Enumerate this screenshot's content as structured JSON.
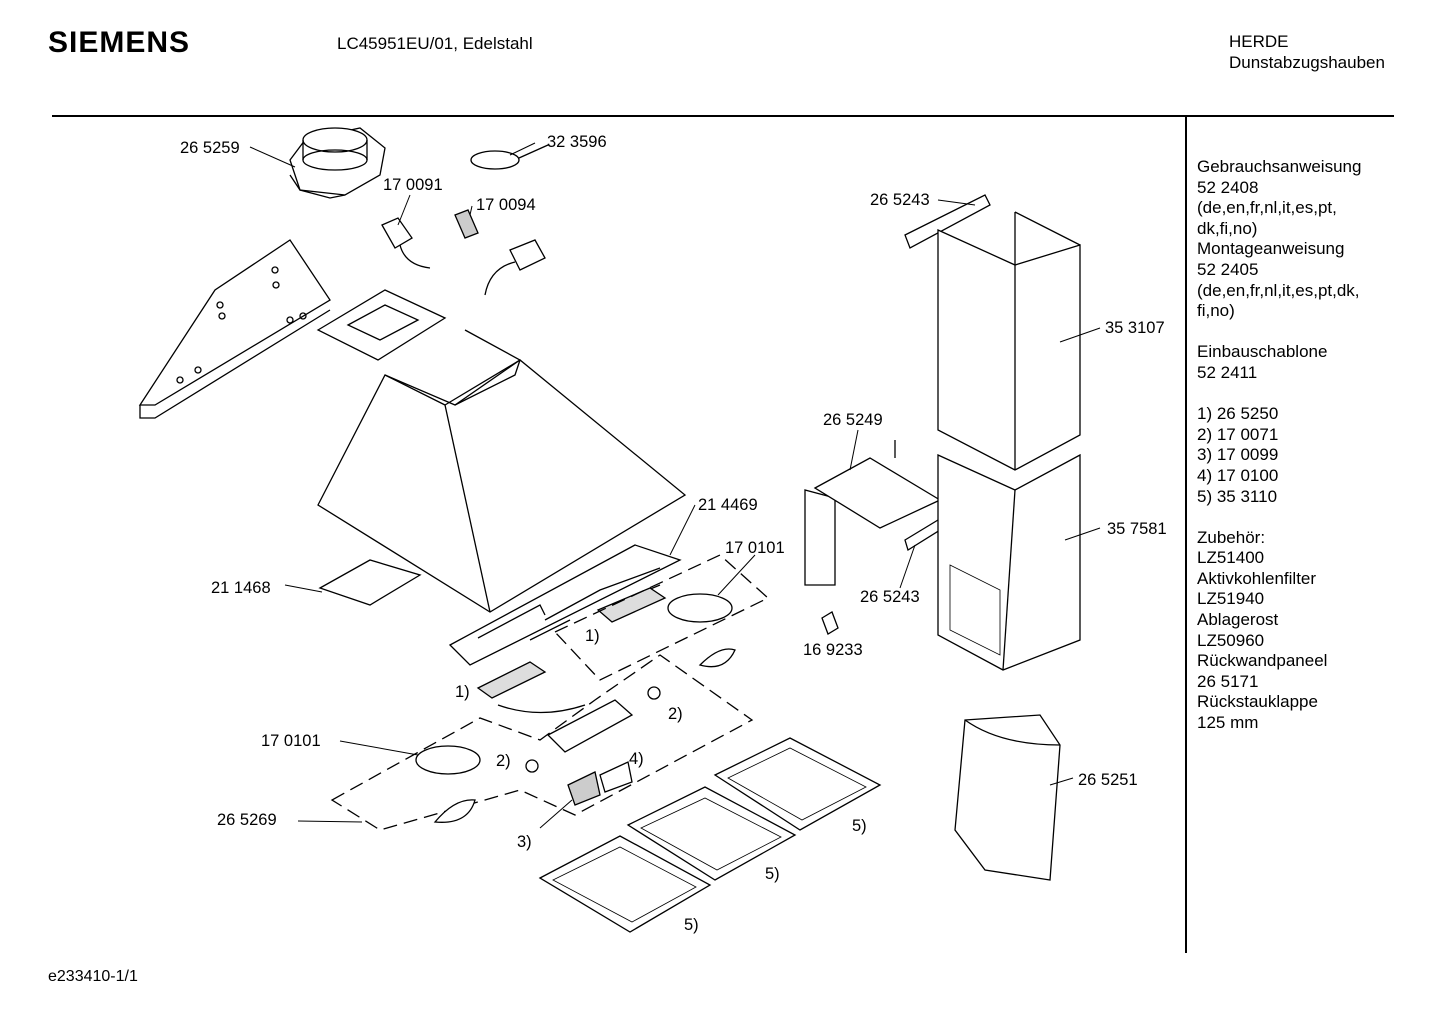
{
  "header": {
    "brand": "SIEMENS",
    "model": "LC45951EU/01,  Edelstahl",
    "category_line1": "HERDE",
    "category_line2": "Dunstabzugshauben"
  },
  "diagram": {
    "part_labels": [
      {
        "id": "lbl-265259",
        "text": "26 5259"
      },
      {
        "id": "lbl-323596",
        "text": "32 3596"
      },
      {
        "id": "lbl-170091",
        "text": "17 0091"
      },
      {
        "id": "lbl-170094",
        "text": "17 0094"
      },
      {
        "id": "lbl-265243a",
        "text": "26 5243"
      },
      {
        "id": "lbl-353107",
        "text": "35 3107"
      },
      {
        "id": "lbl-265249",
        "text": "26 5249"
      },
      {
        "id": "lbl-214469",
        "text": "21 4469"
      },
      {
        "id": "lbl-170101a",
        "text": "17 0101"
      },
      {
        "id": "lbl-357581",
        "text": "35 7581"
      },
      {
        "id": "lbl-211468",
        "text": "21 1468"
      },
      {
        "id": "lbl-265243b",
        "text": "26 5243"
      },
      {
        "id": "lbl-169233",
        "text": "16 9233"
      },
      {
        "id": "lbl-170101b",
        "text": "17 0101"
      },
      {
        "id": "lbl-265269",
        "text": "26 5269"
      },
      {
        "id": "lbl-265251",
        "text": "26 5251"
      }
    ],
    "callouts": {
      "c1a": "1)",
      "c1b": "1)",
      "c2a": "2)",
      "c2b": "2)",
      "c3": "3)",
      "c4": "4)",
      "c5a": "5)",
      "c5b": "5)",
      "c5c": "5)"
    }
  },
  "sidebar": {
    "lines": [
      "Gebrauchsanweisung",
      "52 2408",
      "(de,en,fr,nl,it,es,pt,",
      "dk,fi,no)",
      "Montageanweisung",
      "52 2405",
      "(de,en,fr,nl,it,es,pt,dk,",
      "fi,no)",
      "",
      "Einbauschablone",
      "52 2411",
      "",
      "1)  26 5250",
      "2)  17 0071",
      "3)  17 0099",
      "4)  17 0100",
      "5)  35 3110",
      "",
      "Zubehör:",
      "LZ51400",
      "Aktivkohlenfilter",
      "LZ51940",
      "Ablagerost",
      "LZ50960",
      "Rückwandpaneel",
      "26 5171",
      "Rückstauklappe",
      "125 mm"
    ]
  },
  "footer": {
    "code": "e233410-1/1"
  }
}
